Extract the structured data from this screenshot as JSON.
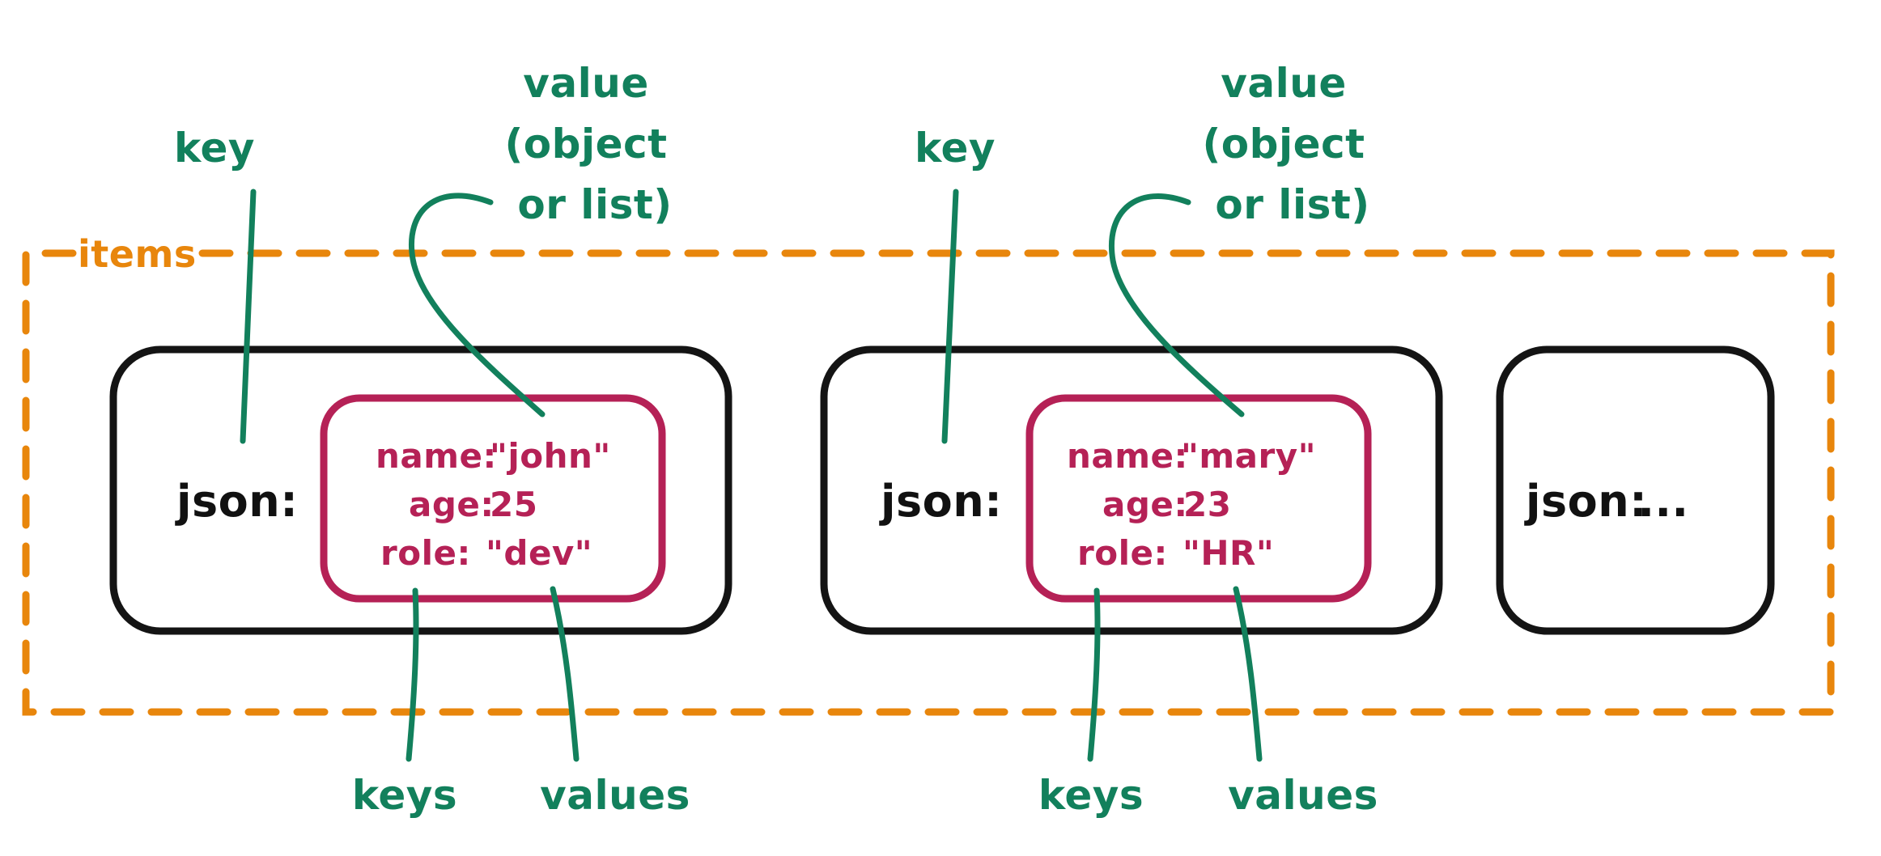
{
  "diagram": {
    "title": "JSON items structure diagram",
    "colors": {
      "annotation_green": "#12805C",
      "group_orange": "#E8860C",
      "card_black": "#141414",
      "value_magenta": "#B52156",
      "background": "#FFFFFF"
    },
    "group": {
      "label": "items",
      "style": "dashed"
    },
    "annotations": {
      "key_label": "key",
      "value_label_line1": "value",
      "value_label_line2": "(object",
      "value_label_line3": "or list)",
      "keys_label": "keys",
      "values_label": "values"
    },
    "cards": [
      {
        "outer_label": "json:",
        "has_inner_object": true,
        "entries": [
          {
            "key": "name:",
            "value": "\"john\""
          },
          {
            "key": "age:",
            "value": "25"
          },
          {
            "key": "role:",
            "value": "\"dev\""
          }
        ],
        "annotations": {
          "key_label": "key",
          "value_label_line1": "value",
          "value_label_line2": "(object",
          "value_label_line3": "or list)",
          "keys_label": "keys",
          "values_label": "values"
        }
      },
      {
        "outer_label": "json:",
        "has_inner_object": true,
        "entries": [
          {
            "key": "name:",
            "value": "\"mary\""
          },
          {
            "key": "age:",
            "value": "23"
          },
          {
            "key": "role:",
            "value": "\"HR\""
          }
        ],
        "annotations": {
          "key_label": "key",
          "value_label_line1": "value",
          "value_label_line2": "(object",
          "value_label_line3": "or list)",
          "keys_label": "keys",
          "values_label": "values"
        }
      },
      {
        "outer_label": "json:",
        "has_inner_object": false,
        "ellipsis": "...",
        "entries": []
      }
    ]
  }
}
